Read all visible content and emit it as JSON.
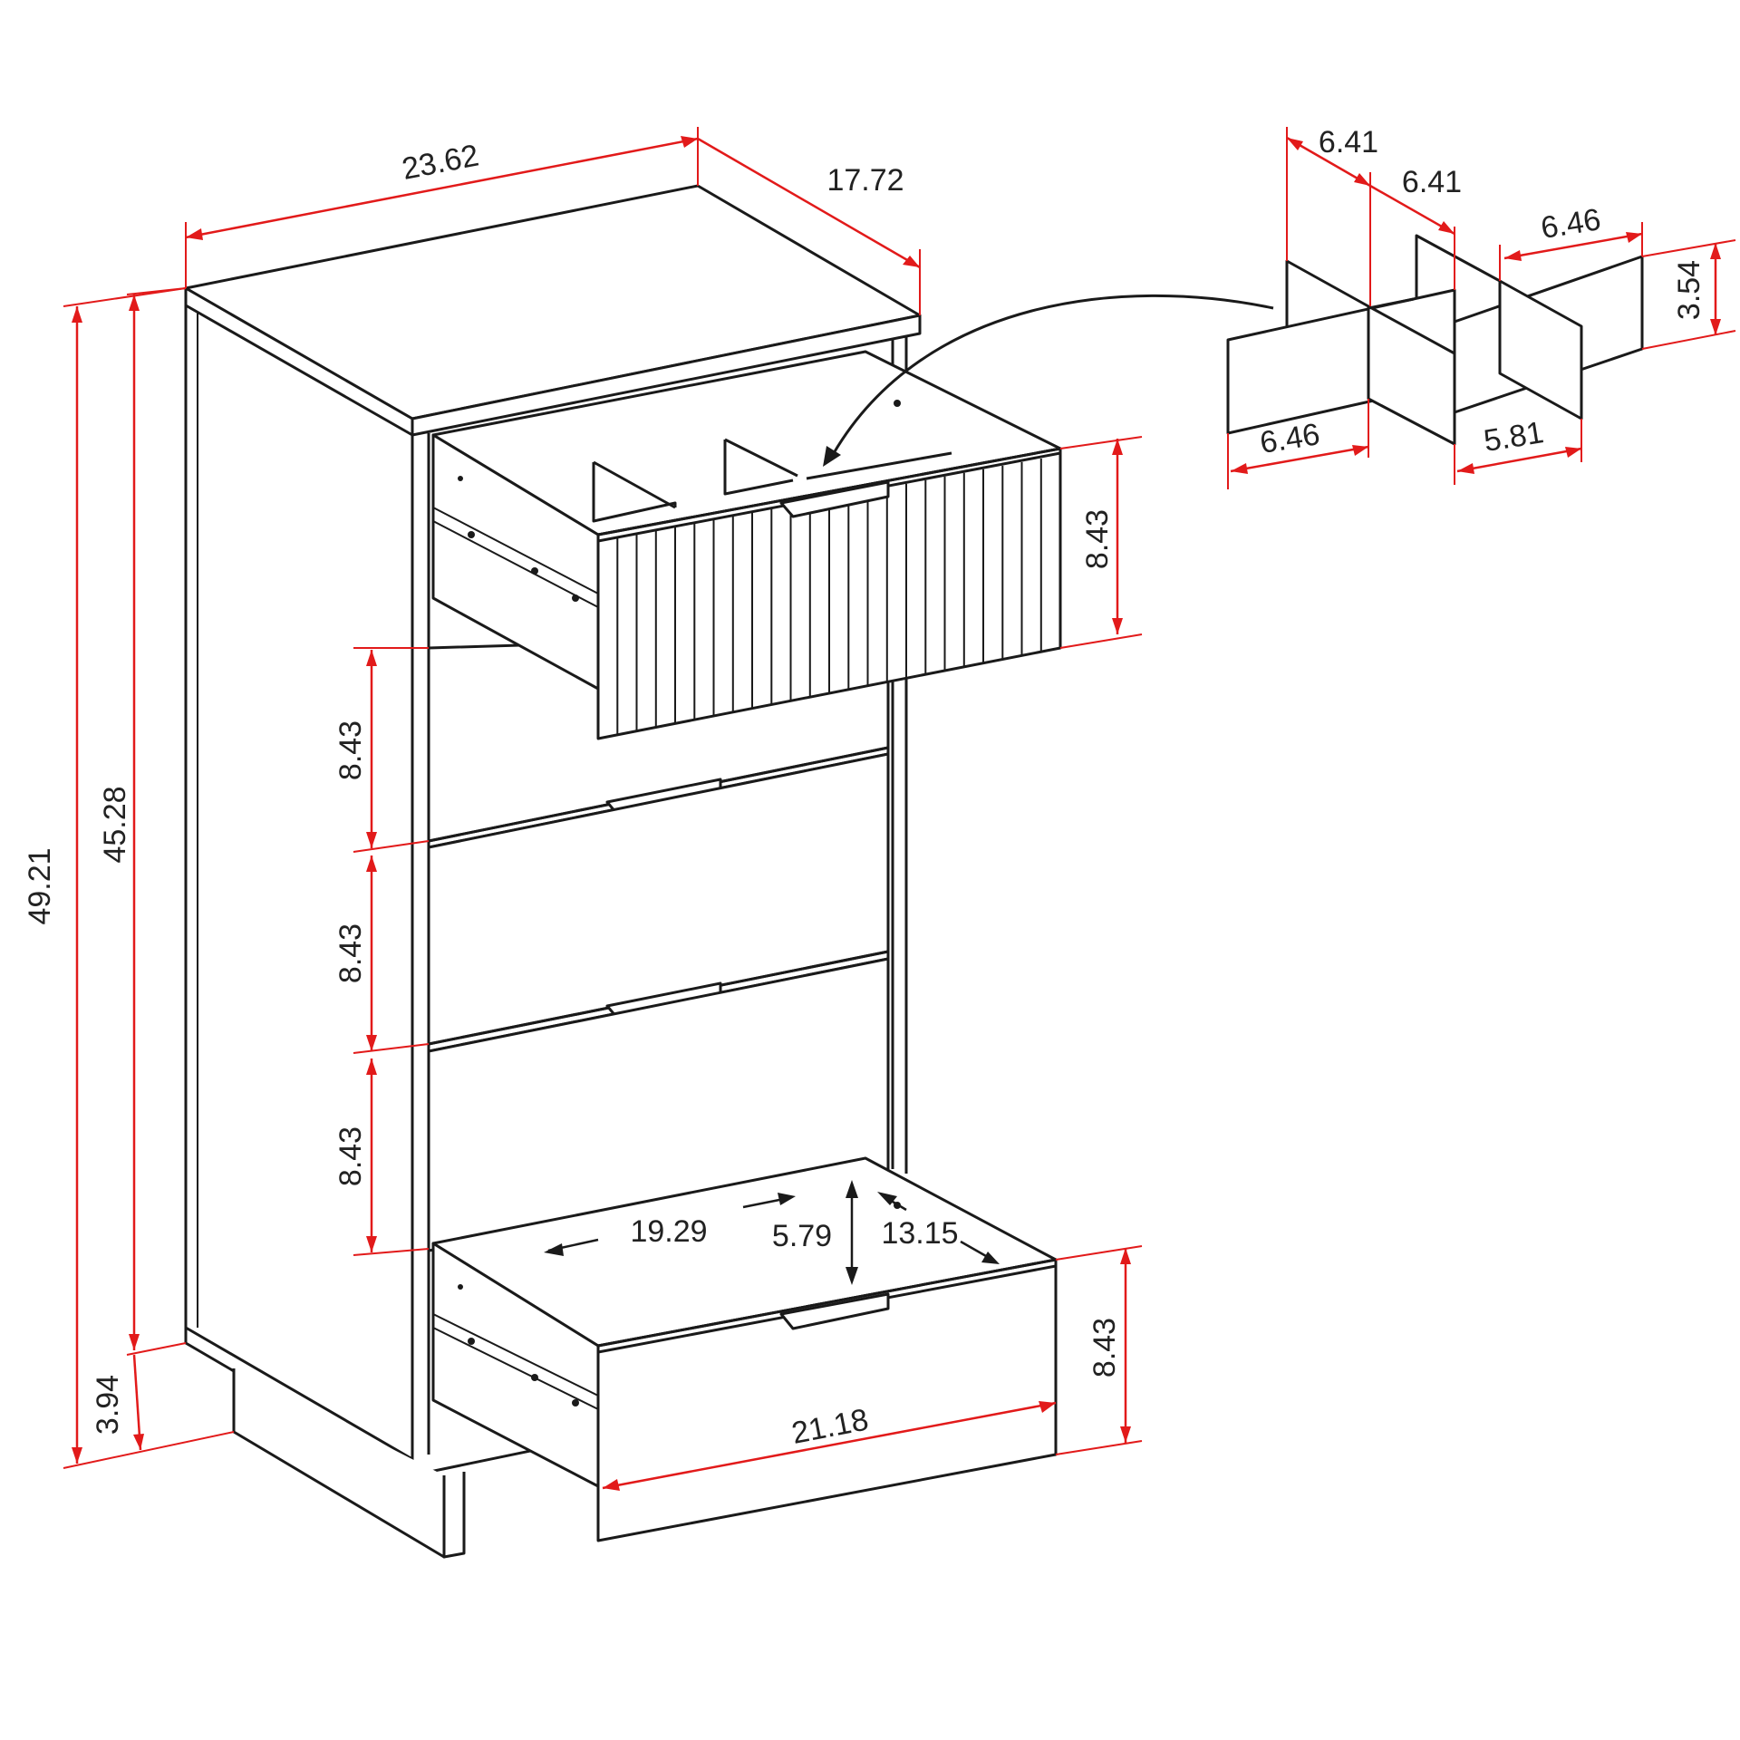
{
  "colors": {
    "line": "#1a1a1a",
    "dimension": "#e21a1a",
    "text": "#222222",
    "background": "#ffffff"
  },
  "dimensions": {
    "top_width": "23.62",
    "top_depth": "17.72",
    "total_height": "49.21",
    "body_height": "45.28",
    "leg_height": "3.94",
    "drawer_front_top": "8.43",
    "drawer_front_2": "8.43",
    "drawer_front_3": "8.43",
    "drawer_front_4": "8.43",
    "drawer_front_bottom": "8.43",
    "bottom_drawer_width": "21.18",
    "interior_width": "19.29",
    "interior_height": "5.79",
    "interior_depth": "13.15"
  },
  "divider": {
    "top_left": "6.41",
    "top_mid": "6.41",
    "top_right": "6.46",
    "height": "3.54",
    "bottom_left": "6.46",
    "bottom_right": "5.81"
  }
}
